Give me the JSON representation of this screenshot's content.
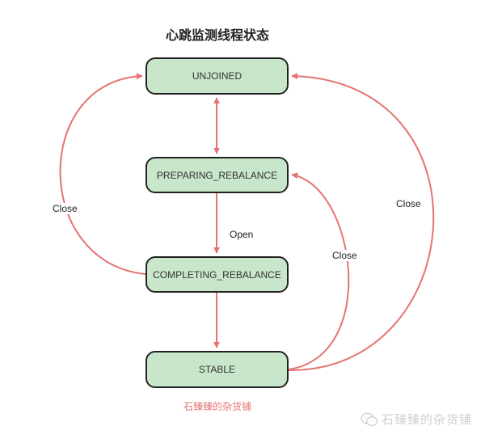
{
  "title": "心跳监测线程状态",
  "states": {
    "unjoined": "UNJOINED",
    "preparing": "PREPARING_REBALANCE",
    "completing": "COMPLETING_REBALANCE",
    "stable": "STABLE"
  },
  "edges": {
    "completing_to_unjoined": "Close",
    "preparing_to_completing": "Open",
    "stable_to_preparing": "Close",
    "stable_to_unjoined": "Close"
  },
  "source_note": "石臻臻的杂货铺",
  "watermark": "石臻臻的杂货铺",
  "colors": {
    "edge": "#e57373",
    "state_fill": "#c8e6c9",
    "state_border": "#222222"
  }
}
